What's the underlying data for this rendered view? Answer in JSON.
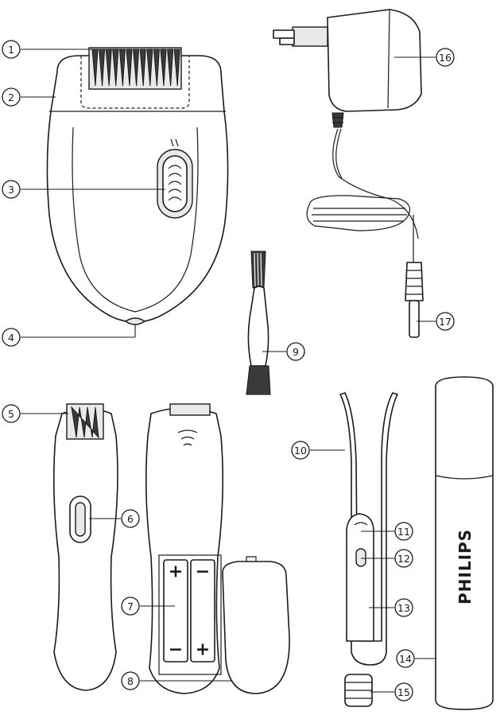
{
  "brand_text": "PHILIPS",
  "battery_signs": {
    "plus": "+",
    "minus": "−"
  },
  "callouts": [
    {
      "id": 1,
      "label": "1"
    },
    {
      "id": 2,
      "label": "2"
    },
    {
      "id": 3,
      "label": "3"
    },
    {
      "id": 4,
      "label": "4"
    },
    {
      "id": 5,
      "label": "5"
    },
    {
      "id": 6,
      "label": "6"
    },
    {
      "id": 7,
      "label": "7"
    },
    {
      "id": 8,
      "label": "8"
    },
    {
      "id": 9,
      "label": "9"
    },
    {
      "id": 10,
      "label": "10"
    },
    {
      "id": 11,
      "label": "11"
    },
    {
      "id": 12,
      "label": "12"
    },
    {
      "id": 13,
      "label": "13"
    },
    {
      "id": 14,
      "label": "14"
    },
    {
      "id": 15,
      "label": "15"
    },
    {
      "id": 16,
      "label": "16"
    },
    {
      "id": 17,
      "label": "17"
    }
  ]
}
